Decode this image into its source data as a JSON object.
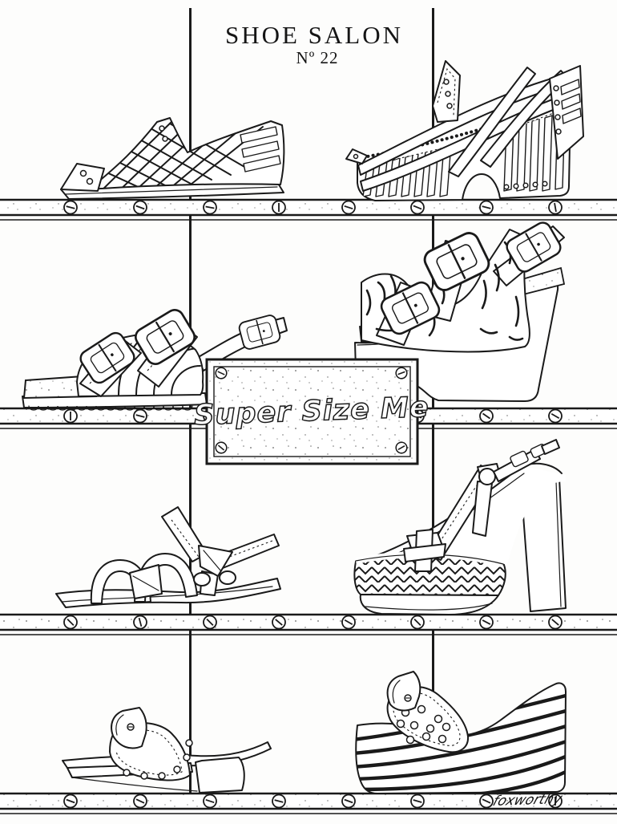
{
  "artwork": {
    "title": "SHOE SALON",
    "number_label": "Nº 22",
    "sign": {
      "text": "Super Size Me"
    },
    "signature": "foxworthy",
    "colors": {
      "ink": "#1a1a1a",
      "paper": "#ffffff"
    },
    "shelves": [
      {
        "name": "shelf-1",
        "shoes": [
          {
            "name": "woven-huarache-flat-sandal"
          },
          {
            "name": "carved-platform-wedge-sandal"
          }
        ]
      },
      {
        "name": "shelf-2",
        "shoes": [
          {
            "name": "double-buckle-cork-sandal"
          },
          {
            "name": "zebra-print-wedge-sandal"
          }
        ]
      },
      {
        "name": "shelf-3",
        "shoes": [
          {
            "name": "strappy-sport-sandal"
          },
          {
            "name": "ankle-strap-platform-heel"
          }
        ]
      },
      {
        "name": "shelf-4",
        "shoes": [
          {
            "name": "studded-clog-mule"
          },
          {
            "name": "striped-wedge-mule"
          }
        ]
      }
    ]
  }
}
